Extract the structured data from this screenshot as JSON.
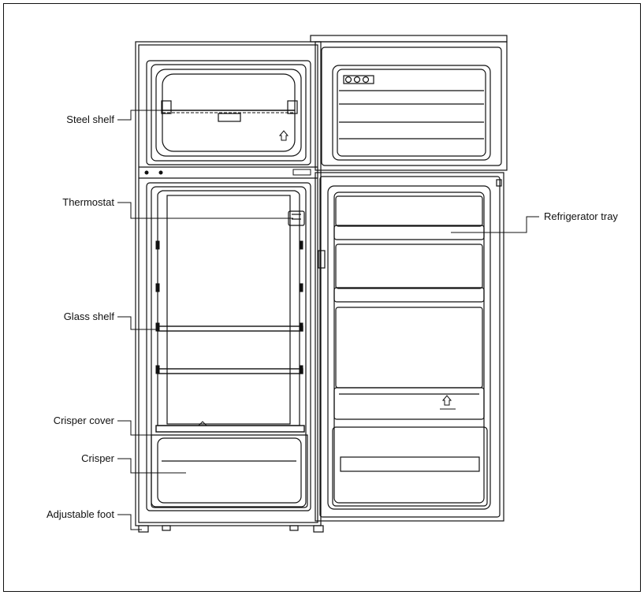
{
  "labels": {
    "steel_shelf": "Steel shelf",
    "thermostat": "Thermostat",
    "glass_shelf": "Glass shelf",
    "crisper_cover": "Crisper cover",
    "crisper": "Crisper",
    "adjustable_foot": "Adjustable foot",
    "refrigerator_tray": "Refrigerator tray"
  },
  "colors": {
    "line": "#111111",
    "background": "#ffffff"
  }
}
